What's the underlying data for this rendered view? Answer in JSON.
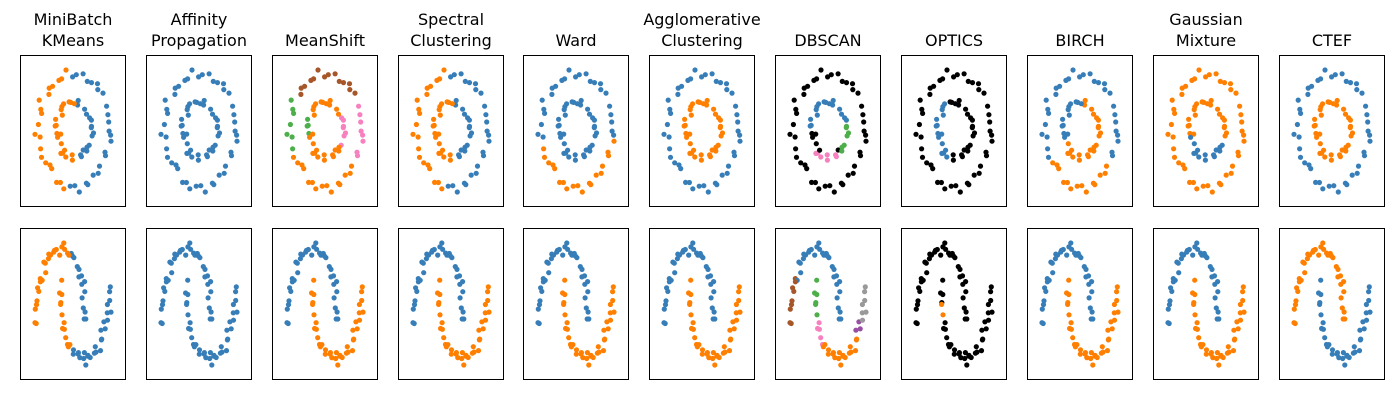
{
  "figure": {
    "titles": [
      [
        "MiniBatch",
        "KMeans"
      ],
      [
        "Affinity",
        "Propagation"
      ],
      [
        "MeanShift"
      ],
      [
        "Spectral",
        "Clustering"
      ],
      [
        "Ward"
      ],
      [
        "Agglomerative",
        "Clustering"
      ],
      [
        "DBSCAN"
      ],
      [
        "OPTICS"
      ],
      [
        "BIRCH"
      ],
      [
        "Gaussian",
        "Mixture"
      ],
      [
        "CTEF"
      ]
    ]
  },
  "chart_data": {
    "type": "scatter",
    "layout": "grid of small-multiple scatter panels: 2 rows (datasets) x 11 columns (algorithms)",
    "axes": "no ticks, no axis labels",
    "grid": false,
    "datasets": [
      "noisy circles",
      "noisy moons"
    ],
    "palette": {
      "0": "#377eb8",
      "1": "#ff7f00",
      "2": "#4daf4a",
      "3": "#f781bf",
      "4": "#a65628",
      "5": "#984ea3",
      "6": "#999999",
      "-1": "#000000"
    },
    "rules": {
      "row1": [
        {
          "kind": "ring"
        },
        {
          "kind": "all",
          "c": 0
        },
        {
          "kind": "meanshift"
        },
        {
          "kind": "ring"
        },
        {
          "kind": "inner",
          "inner": 0,
          "outer": 1,
          "outerCut": 0.15
        },
        {
          "kind": "ring",
          "inner": 1,
          "outer": 0
        },
        {
          "kind": "dbscan_circles"
        },
        {
          "kind": "optics_circles"
        },
        {
          "kind": "birch"
        },
        {
          "kind": "ring",
          "inner": 1,
          "outer": 1,
          "innerLow": 0
        },
        {
          "kind": "ring",
          "inner": 1,
          "outer": 0
        }
      ],
      "row2": [
        {
          "kind": "x",
          "cut": 0.55,
          "left": 1,
          "right": 0
        },
        {
          "kind": "all",
          "c": 0
        },
        {
          "kind": "moon",
          "upper": 0,
          "lower": 1
        },
        {
          "kind": "moon",
          "upper": 0,
          "lower": 1
        },
        {
          "kind": "moon",
          "upper": 0,
          "lower": 1
        },
        {
          "kind": "moon",
          "upper": 0,
          "lower": 1
        },
        {
          "kind": "dbscan_moons"
        },
        {
          "kind": "optics_moons"
        },
        {
          "kind": "moon",
          "upper": 0,
          "lower": 1
        },
        {
          "kind": "moon",
          "upper": 0,
          "lower": 1
        },
        {
          "kind": "moon",
          "upper": 1,
          "lower": 0
        }
      ]
    }
  }
}
